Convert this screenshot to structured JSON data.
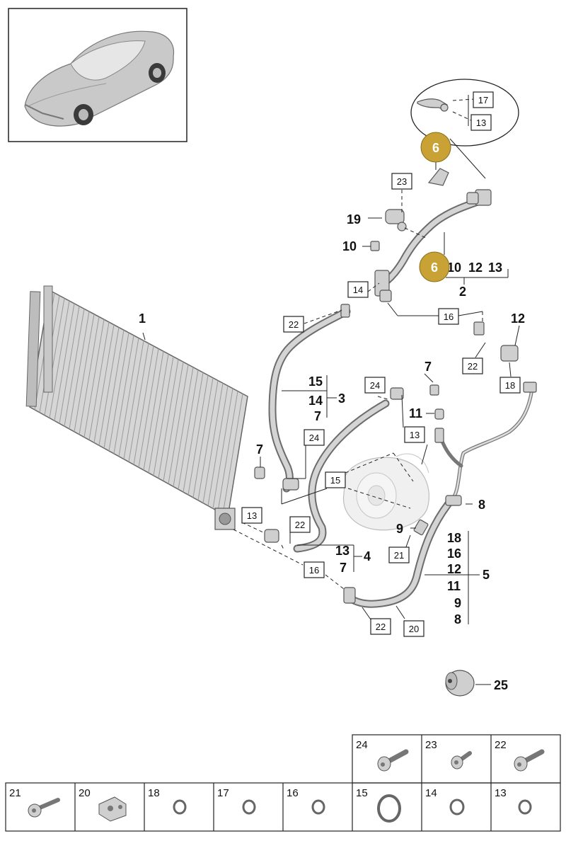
{
  "callouts": {
    "c1": "1",
    "c2": "2",
    "c3": "3",
    "c4": "4",
    "c5": "5",
    "c7a": "7",
    "c7b": "7",
    "c8": "8",
    "c9": "9",
    "c10": "10",
    "c11": "11",
    "c12": "12",
    "c19": "19",
    "c25": "25",
    "group2": [
      "10",
      "12",
      "13"
    ],
    "group3": [
      "15",
      "14",
      "7"
    ],
    "group4": [
      "13",
      "7"
    ],
    "group5": [
      "18",
      "16",
      "12",
      "11",
      "9",
      "8"
    ]
  },
  "badges": {
    "top": "6",
    "main": "6"
  },
  "badge_color": "#c9a235",
  "boxed": {
    "b17": "17",
    "b13a": "13",
    "b23": "23",
    "b14": "14",
    "b22a": "22",
    "b16a": "16",
    "b22b": "22",
    "b18": "18",
    "b24a": "24",
    "b13b": "13",
    "b24b": "24",
    "b15": "15",
    "b13c": "13",
    "b22c": "22",
    "b16b": "16",
    "b21": "21",
    "b22d": "22",
    "b20": "20"
  },
  "parts_table": {
    "top_row": [
      "24",
      "23",
      "22"
    ],
    "bottom_row": [
      "21",
      "20",
      "18",
      "17",
      "16",
      "15",
      "14",
      "13"
    ]
  },
  "icons": {
    "thumbnail": "car-thumbnail-icon",
    "condenser": "condenser-icon",
    "compressor": "compressor-icon"
  }
}
